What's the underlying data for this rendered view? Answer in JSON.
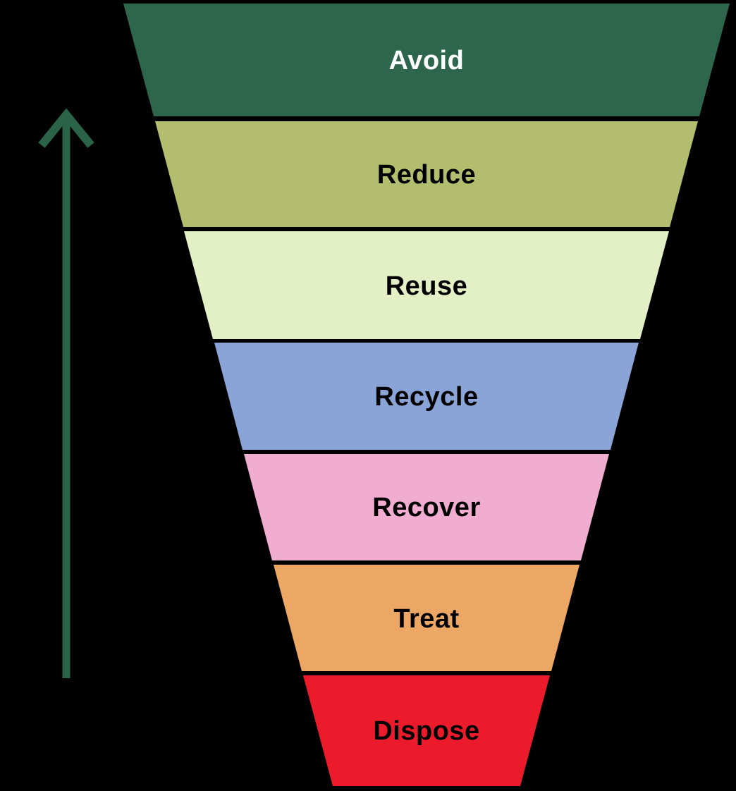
{
  "diagram": {
    "kind": "inverted-funnel",
    "background_color": "#000000"
  },
  "arrow": {
    "direction": "up",
    "color": "#2B6349"
  },
  "levels": [
    {
      "label": "Avoid",
      "color": "#2D664C",
      "text_color": "#FFFFFF"
    },
    {
      "label": "Reduce",
      "color": "#B2BD6E",
      "text_color": "#000000"
    },
    {
      "label": "Reuse",
      "color": "#E3EFC5",
      "text_color": "#000000"
    },
    {
      "label": "Recycle",
      "color": "#8BA4D8",
      "text_color": "#000000"
    },
    {
      "label": "Recover",
      "color": "#F0ADD0",
      "text_color": "#000000"
    },
    {
      "label": "Treat",
      "color": "#EDA765",
      "text_color": "#000000"
    },
    {
      "label": "Dispose",
      "color": "#EC1B2C",
      "text_color": "#000000"
    }
  ]
}
